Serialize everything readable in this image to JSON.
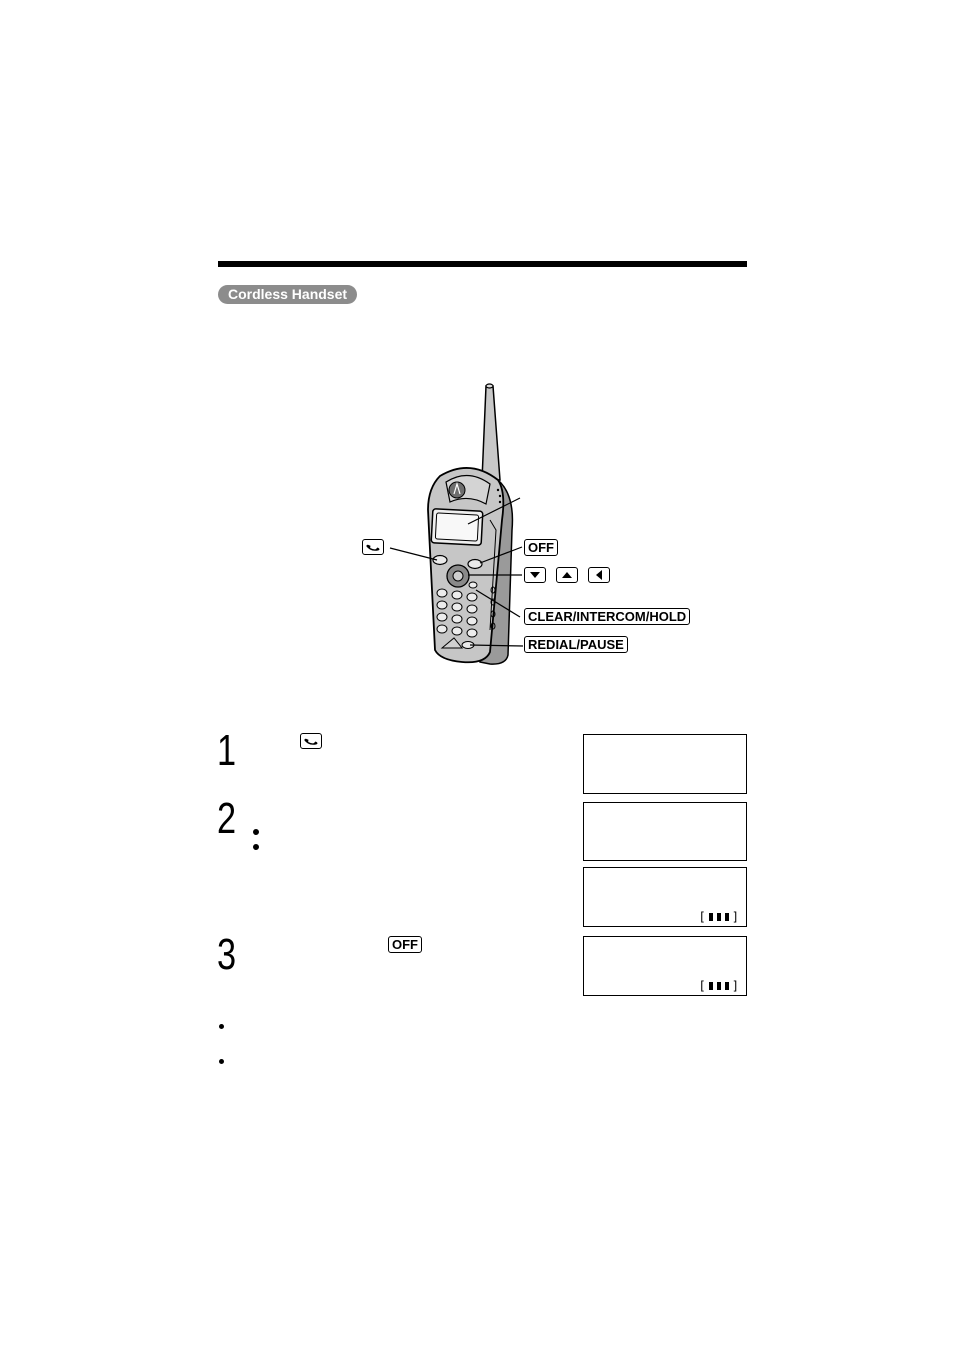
{
  "header": {
    "section_tag": "Cordless Handset"
  },
  "diagram": {
    "labels": {
      "talk": "talk-button-icon",
      "off": "OFF",
      "nav_down": "down-arrow-icon",
      "nav_up": "up-arrow-icon",
      "nav_left": "left-arrow-icon",
      "clear": "CLEAR/INTERCOM/HOLD",
      "redial": "REDIAL/PAUSE"
    }
  },
  "steps": [
    {
      "number": "1",
      "key": "talk-button-icon"
    },
    {
      "number": "2"
    },
    {
      "number": "3",
      "key": "OFF"
    }
  ],
  "displays": {
    "battery_label": "battery-level-icon",
    "battery_level": "3 of 3 bars"
  }
}
